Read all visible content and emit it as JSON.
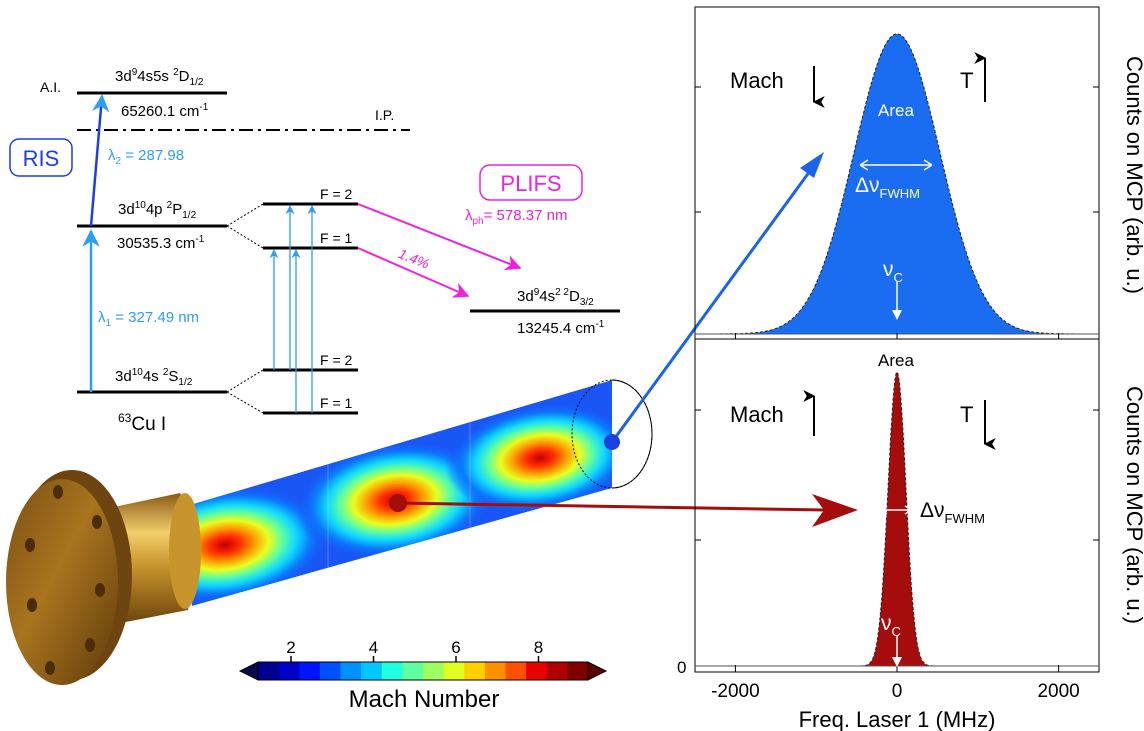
{
  "levels": {
    "ai_label": "A.I.",
    "ip_label": "I.P.",
    "upper_state": {
      "base": "3d",
      "sup1": "9",
      "mid": "4s5s ",
      "sup2": "2",
      "term": "D",
      "sub": "1/2"
    },
    "upper_energy": {
      "text": "65260.1 cm",
      "sup": "-1"
    },
    "p_state": {
      "base": "3d",
      "sup1": "10",
      "mid": "4p ",
      "sup2": "2",
      "term": "P",
      "sub": "1/2"
    },
    "p_energy": {
      "text": "30535.3 cm",
      "sup": "-1"
    },
    "s_state": {
      "base": "3d",
      "sup1": "10",
      "mid": "4s ",
      "sup2": "2",
      "term": "S",
      "sub": "1/2"
    },
    "d_state": {
      "base": "3d",
      "sup1": "9",
      "mid": "4s",
      "sup2": "2 2",
      "term": "D",
      "sub": "3/2"
    },
    "d_energy": {
      "text": "13245.4 cm",
      "sup": "-1"
    },
    "isotope": {
      "sup": "63",
      "text": "Cu I"
    },
    "hfs": {
      "upper_f2": "F = 2",
      "upper_f1": "F = 1",
      "lower_f2": "F = 2",
      "lower_f1": "F = 1"
    }
  },
  "transitions": {
    "lambda1": {
      "sym": "λ",
      "sub": "1",
      "value": " = 327.49 nm"
    },
    "lambda2": {
      "sym": "λ",
      "sub": "2",
      "value": " = 287.98"
    },
    "lambda_ph": {
      "sym": "λ",
      "sub": "ph",
      "value": "=  578.37 nm"
    },
    "branching": "1.4%"
  },
  "badges": {
    "ris": "RIS",
    "plifs": "PLIFS"
  },
  "colorbar": {
    "title": "Mach Number",
    "ticks": [
      2,
      4,
      6,
      8
    ],
    "range": [
      1.2,
      9.2
    ],
    "colors": [
      "#00008f",
      "#0000c8",
      "#0014ff",
      "#0050ff",
      "#0090ff",
      "#00c8ff",
      "#20ffe0",
      "#60ffa0",
      "#a0ff60",
      "#e0ff20",
      "#ffd000",
      "#ff9000",
      "#ff5000",
      "#e80000",
      "#b00000",
      "#800000"
    ]
  },
  "panel_top": {
    "mach_label": "Mach",
    "mach_dir": "down",
    "temp_label": "T",
    "temp_dir": "up",
    "area_label": "Area",
    "fwhm": {
      "sym": "Δν",
      "sub": "FWHM"
    },
    "center": {
      "sym": "ν",
      "sub": "C"
    },
    "fill_color": "#1a6cf0",
    "peak": {
      "center_mhz": 0,
      "fwhm_mhz": 1250,
      "height_fraction": 1.0
    }
  },
  "panel_bottom": {
    "mach_label": "Mach",
    "mach_dir": "up",
    "temp_label": "T",
    "temp_dir": "down",
    "area_label": "Area",
    "fwhm": {
      "sym": "Δν",
      "sub": "FWHM"
    },
    "center": {
      "sym": "ν",
      "sub": "C"
    },
    "fill_color": "#a50d0d",
    "peak": {
      "center_mhz": 0,
      "fwhm_mhz": 260,
      "height_fraction": 1.0
    }
  },
  "axes": {
    "xlabel": "Freq. Laser 1 (MHz)",
    "xticks": [
      -2000,
      0,
      2000
    ],
    "xlim": [
      -2500,
      2500
    ],
    "y_tick_label": "0",
    "ylabel": "Counts on MCP (arb. u.)"
  },
  "colors": {
    "ris_blue": "#1b3fe0",
    "light_blue": "#2d9ef0",
    "magenta": "#ee22dd",
    "dark_red": "#a50d0d",
    "bronze": "#b8862b"
  }
}
